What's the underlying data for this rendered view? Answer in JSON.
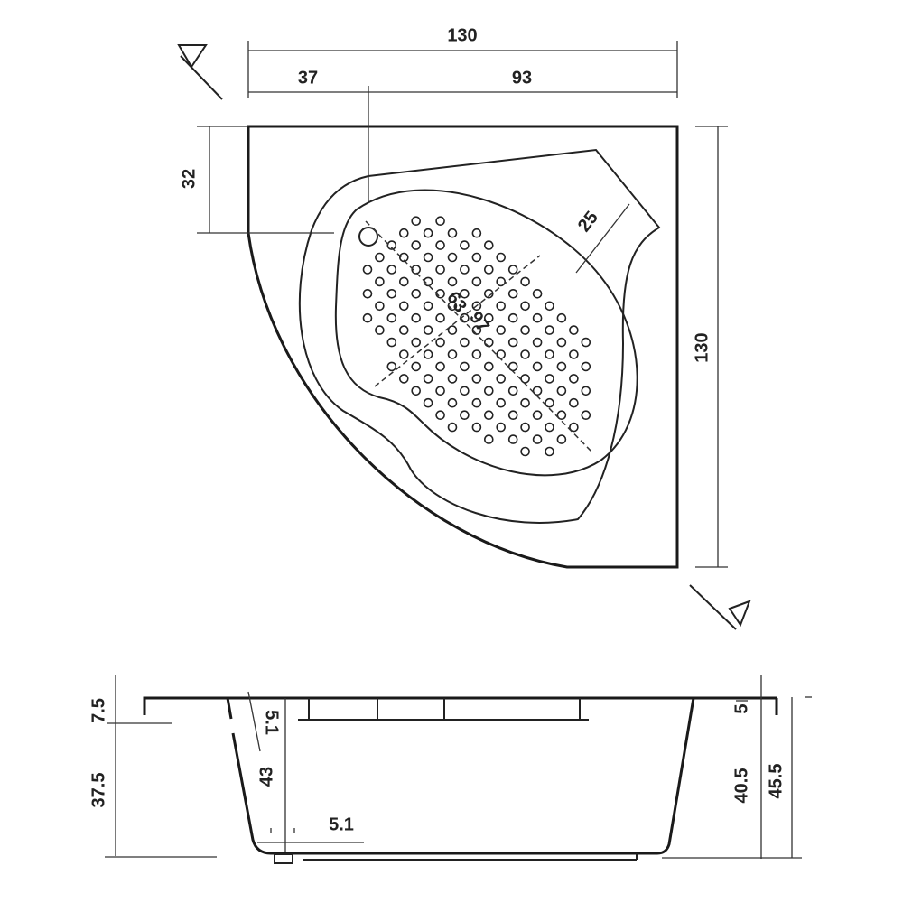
{
  "plan_view": {
    "overall_width": "130",
    "left_offset": "37",
    "right_offset": "93",
    "top_offset": "32",
    "seat_width": "25",
    "basin_width": "63",
    "basin_length": "97",
    "overall_depth": "130"
  },
  "section_view": {
    "rim_height": "7.5",
    "apron_height": "37.5",
    "rim_step": "5.1",
    "inner_depth": "43",
    "bottom_offset": "5.1",
    "right_rim": "5",
    "right_depth": "40.5",
    "total_height": "45.5"
  }
}
